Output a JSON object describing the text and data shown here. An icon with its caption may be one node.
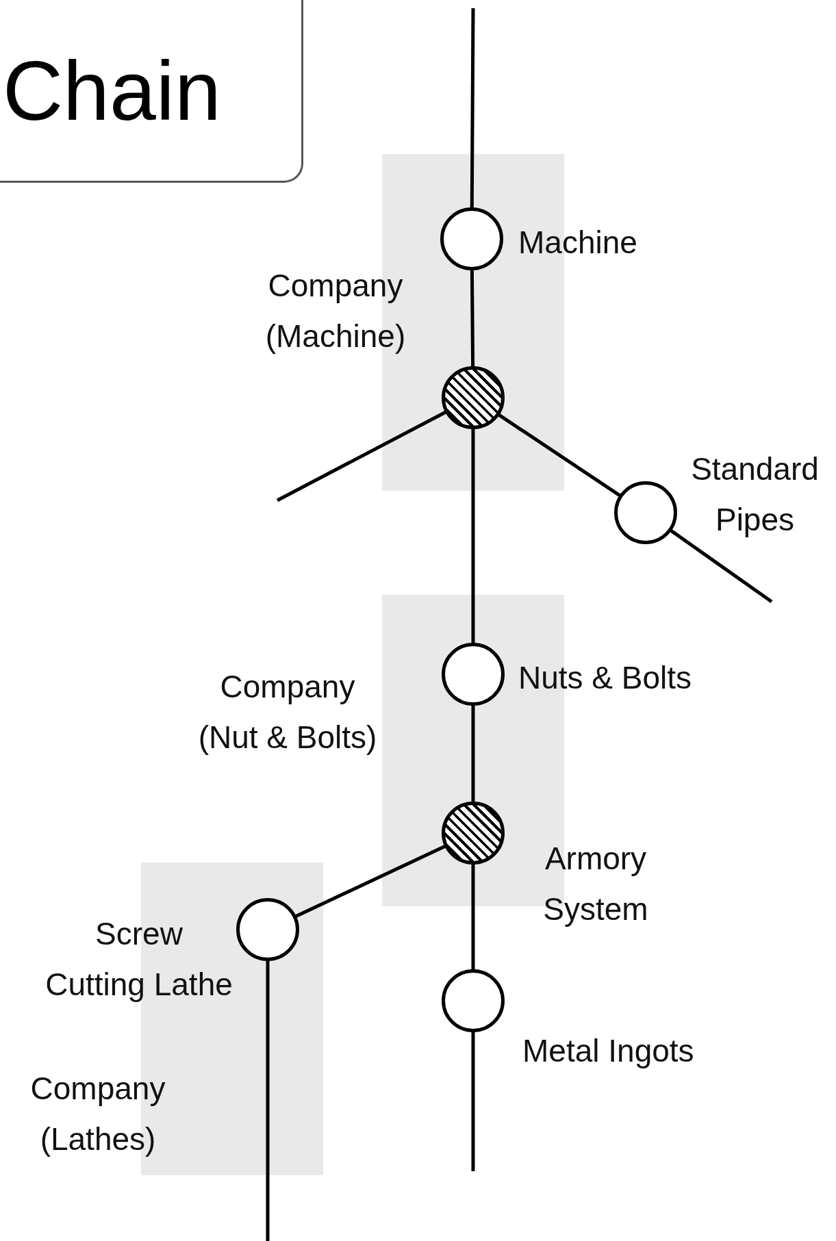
{
  "diagram": {
    "title": "Chain",
    "nodes": [
      {
        "text": [
          "Company (Machine)"
        ]
      },
      {
        "text": [
          "Machine"
        ],
        "in": 0
      },
      {
        "text": [],
        "shape": "circle",
        "in": 0
      },
      {
        "text": [
          "Standard Pipes"
        ]
      },
      {
        "text": [
          "Company (Nut & Bolts)"
        ]
      },
      {
        "text": [
          "Nuts & Bolts"
        ],
        "in": 4
      },
      {
        "text": [
          "Armory System"
        ],
        "in": 4
      },
      {
        "text": [
          "Company (Lathes)"
        ]
      },
      {
        "text": [
          "Screw Cutting Lathe"
        ],
        "in": 7
      },
      {
        "text": [
          "Metal Ingots"
        ]
      }
    ],
    "edges": [
      {
        "from": null,
        "to": 1,
        "arrow": "none"
      },
      {
        "from": 1,
        "to": 2,
        "arrow": "none"
      },
      {
        "from": 2,
        "to": null,
        "arrow": "none"
      },
      {
        "from": 2,
        "to": 3,
        "arrow": "none"
      },
      {
        "from": 3,
        "to": null,
        "arrow": "none"
      },
      {
        "from": 2,
        "to": 5,
        "arrow": "none"
      },
      {
        "from": 5,
        "to": 6,
        "arrow": "none"
      },
      {
        "from": 6,
        "to": 8,
        "arrow": "none"
      },
      {
        "from": 8,
        "to": null,
        "arrow": "none"
      },
      {
        "from": 6,
        "to": 9,
        "arrow": "none"
      },
      {
        "from": 9,
        "to": null,
        "arrow": "none"
      }
    ]
  }
}
